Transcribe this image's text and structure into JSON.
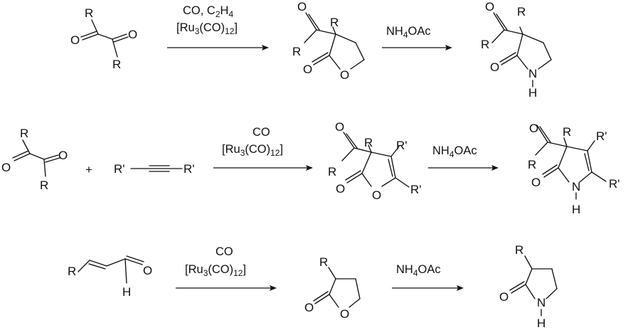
{
  "atoms": {
    "R": "R",
    "R_prime": "R'",
    "O": "O",
    "N": "N",
    "H": "H",
    "plus": "+"
  },
  "reactions": [
    {
      "cond_top": "CO, C2H4",
      "cond_top_parts": [
        "CO, C",
        "2",
        "H",
        "4"
      ],
      "cond_bottom_parts": [
        "[Ru",
        "3",
        "(CO)",
        "12",
        "]"
      ],
      "reagent_parts": [
        "NH",
        "4",
        "OAc"
      ]
    },
    {
      "cond_top": "CO",
      "cond_bottom_parts": [
        "[Ru",
        "3",
        "(CO)",
        "12",
        "]"
      ],
      "reagent_parts": [
        "NH",
        "4",
        "OAc"
      ]
    },
    {
      "cond_top": "CO",
      "cond_bottom_parts": [
        "[Ru",
        "3",
        "(CO)",
        "12",
        "]"
      ],
      "reagent_parts": [
        "NH",
        "4",
        "OAc"
      ]
    }
  ]
}
